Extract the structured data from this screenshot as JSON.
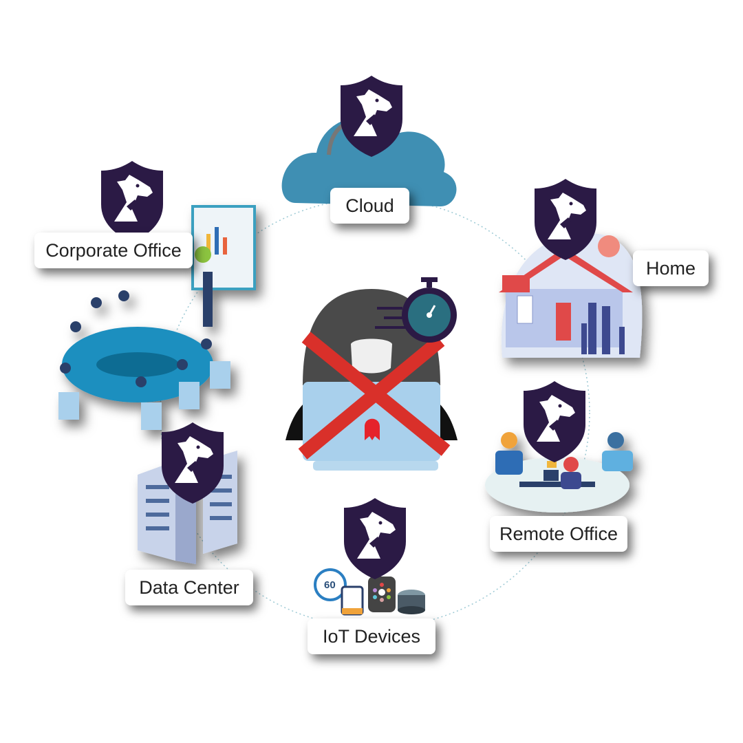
{
  "locations": [
    {
      "id": "cloud",
      "label": "Cloud"
    },
    {
      "id": "corporate-office",
      "label": "Corporate Office"
    },
    {
      "id": "home",
      "label": "Home"
    },
    {
      "id": "remote-office",
      "label": "Remote Office"
    },
    {
      "id": "data-center",
      "label": "Data Center"
    },
    {
      "id": "iot-devices",
      "label": "IoT Devices"
    }
  ],
  "iot_timer_text": "60",
  "colors": {
    "shield": "#2b1a45",
    "cross": "#d9302a",
    "cloud": "#3f8fb3",
    "laptop": "#a9d0ec",
    "ghost": "#e5232b",
    "stopwatch": "#2a6f80"
  },
  "icons": [
    "shield-dog-icon",
    "hacker-icon",
    "stopwatch-icon",
    "cross-icon",
    "ghost-icon"
  ]
}
